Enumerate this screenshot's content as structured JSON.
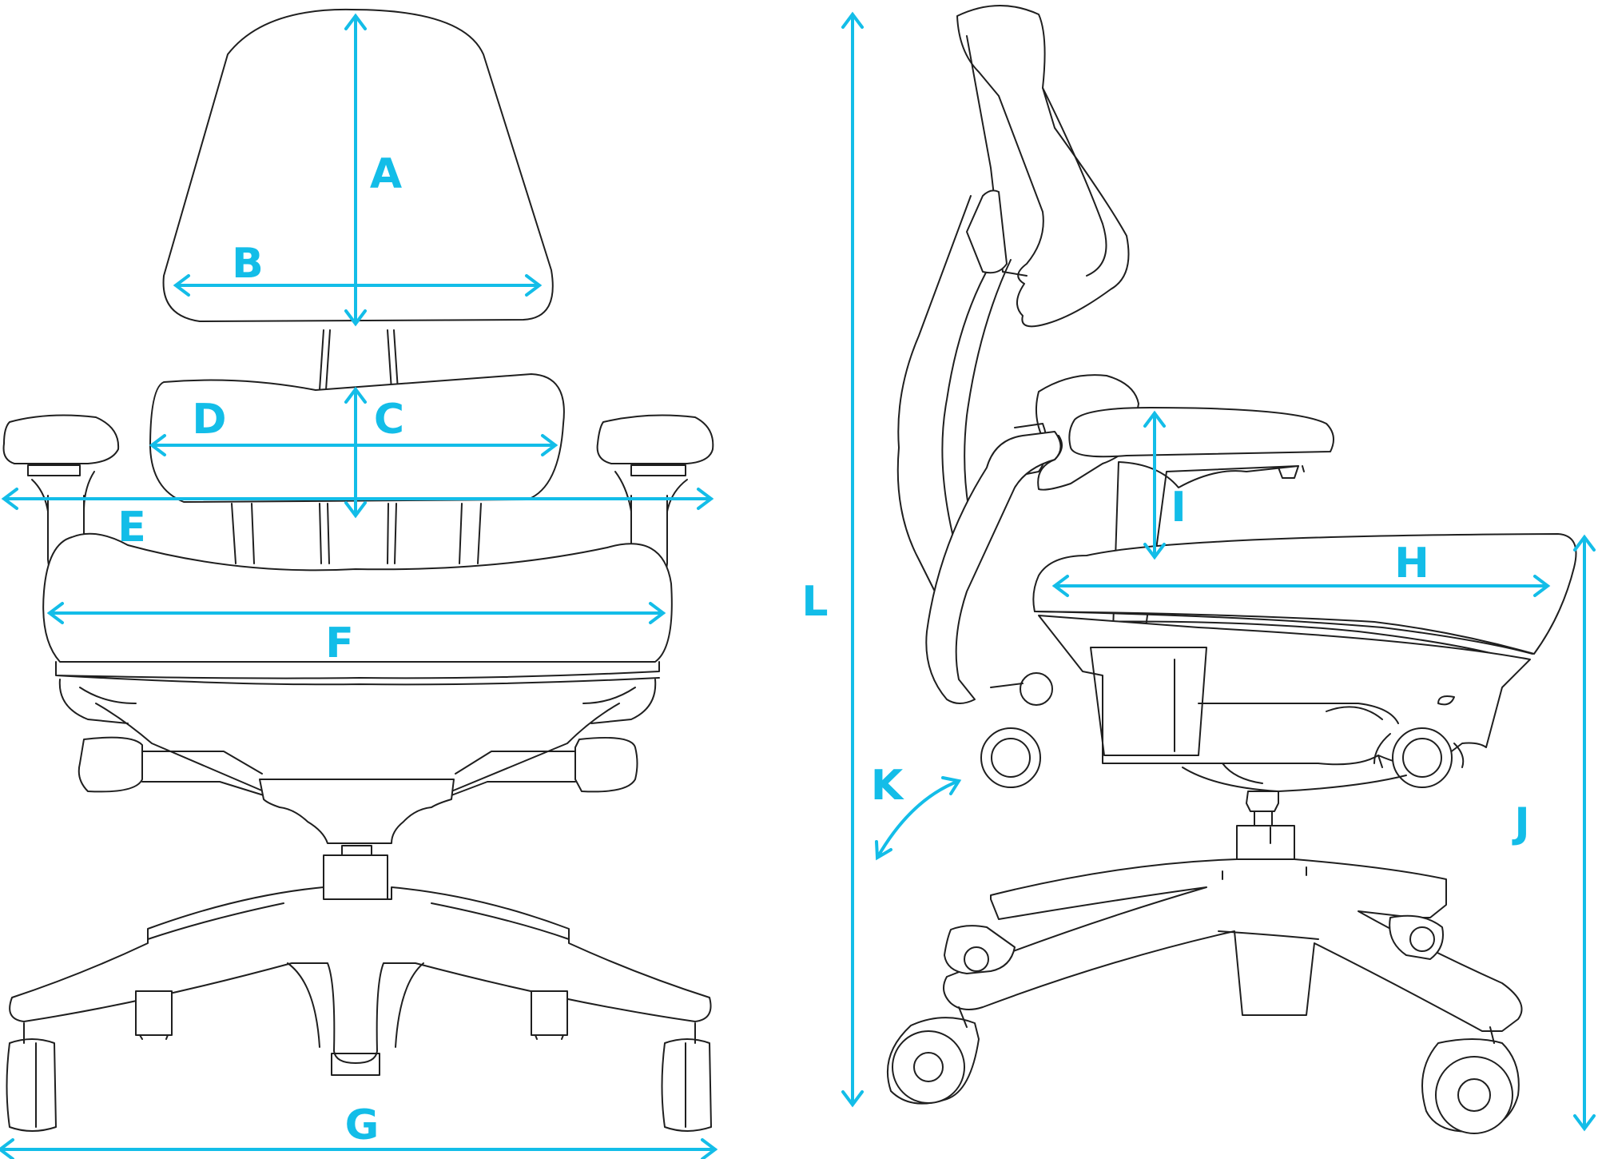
{
  "accent_color": "#13bde8",
  "line_color": "#1f1f1f",
  "labels": {
    "A": "A",
    "B": "B",
    "C": "C",
    "D": "D",
    "E": "E",
    "F": "F",
    "G": "G",
    "H": "H",
    "I": "I",
    "J": "J",
    "K": "K",
    "L": "L"
  }
}
